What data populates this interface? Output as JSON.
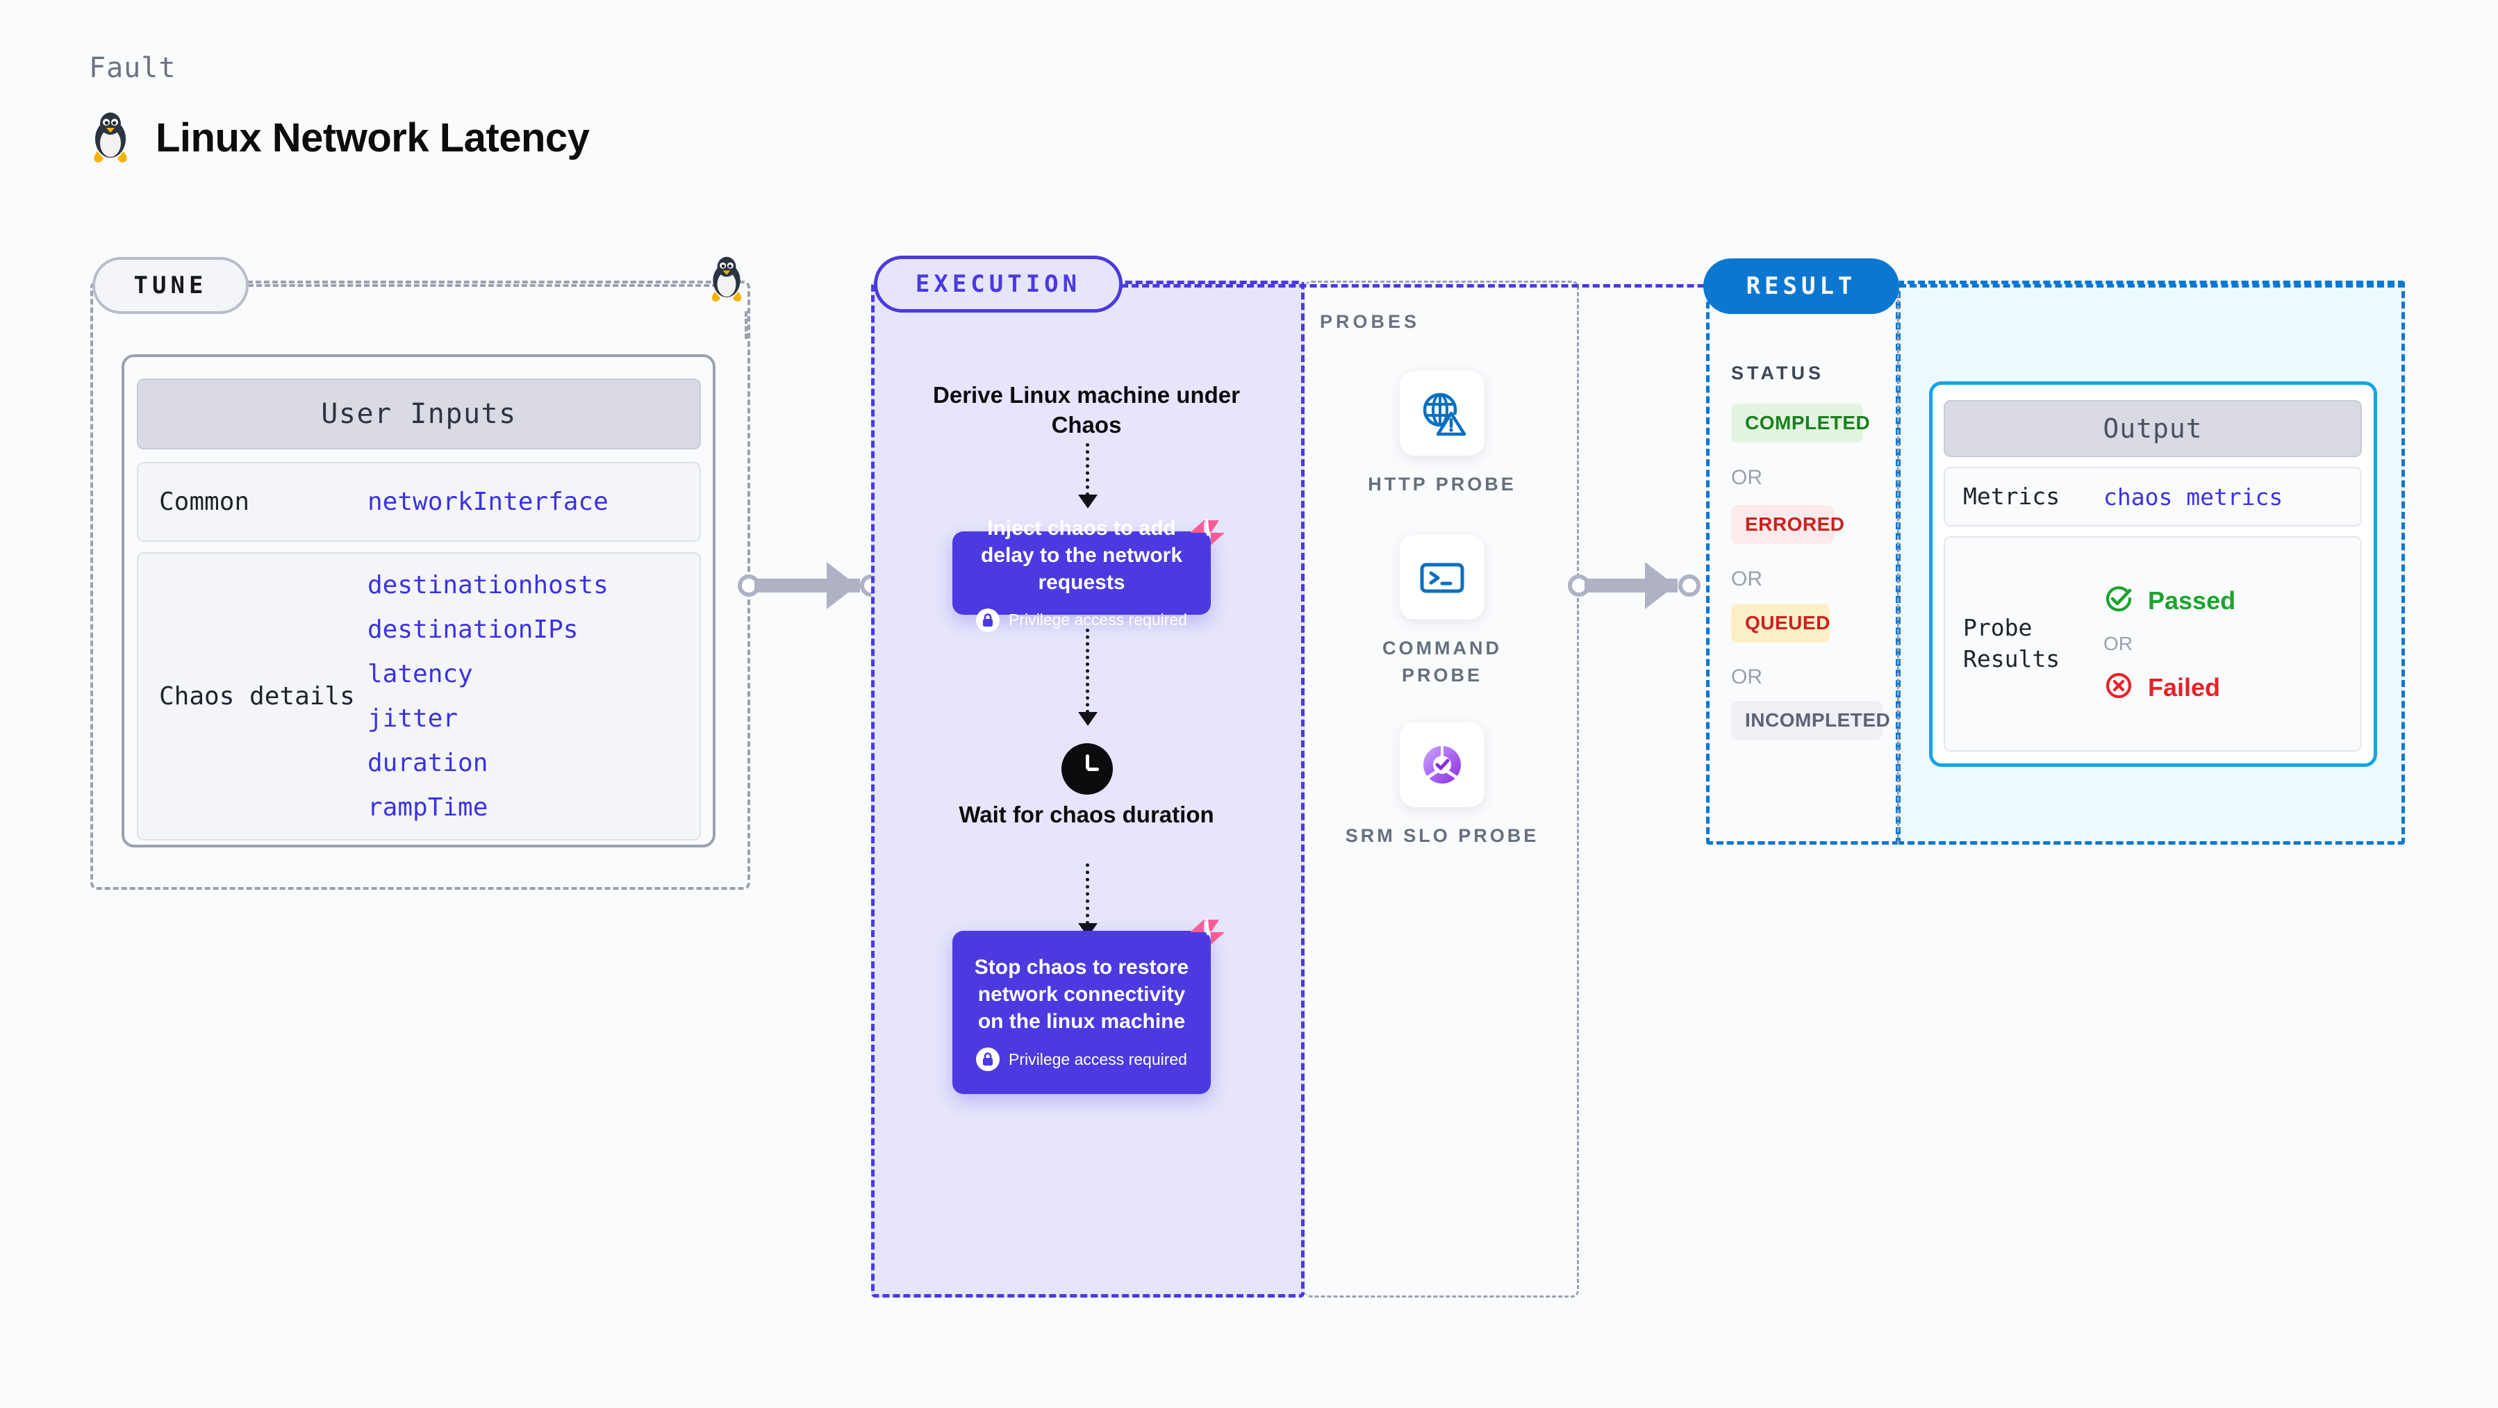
{
  "header": {
    "kicker": "Fault",
    "title": "Linux Network Latency",
    "icon": "linux-tux-icon"
  },
  "tune": {
    "pill_label": "TUNE",
    "icon": "linux-tux-icon",
    "card_header": "User Inputs",
    "rows": [
      {
        "label": "Common",
        "values": [
          "networkInterface"
        ]
      },
      {
        "label": "Chaos details",
        "values": [
          "destinationhosts",
          "destinationIPs",
          "latency",
          "jitter",
          "duration",
          "rampTime"
        ]
      }
    ]
  },
  "execution": {
    "pill_label": "EXECUTION",
    "steps": [
      {
        "type": "text",
        "label": "Derive Linux machine under Chaos"
      },
      {
        "type": "chaos-box",
        "label": "Inject chaos to add delay to the network requests",
        "note": "Privilege access required",
        "marker": "fault-marker-icon"
      },
      {
        "type": "clock",
        "label": "Wait for chaos duration",
        "icon": "clock-icon"
      },
      {
        "type": "chaos-box",
        "label": "Stop chaos to restore network connectivity on the linux machine",
        "note": "Privilege access required",
        "marker": "fault-marker-icon"
      }
    ]
  },
  "probes": {
    "section_label": "PROBES",
    "items": [
      {
        "label": "HTTP PROBE",
        "icon": "http-globe-warning-icon"
      },
      {
        "label": "COMMAND PROBE",
        "icon": "terminal-command-icon"
      },
      {
        "label": "SRM SLO PROBE",
        "icon": "srm-slo-donut-check-icon"
      }
    ]
  },
  "result": {
    "pill_label": "RESULT",
    "status_label": "STATUS",
    "or_label": "OR",
    "statuses": [
      {
        "label": "COMPLETED",
        "bg": "#e3f5e1",
        "fg": "#1b8020"
      },
      {
        "label": "ERRORED",
        "bg": "#fdeaea",
        "fg": "#cc2020"
      },
      {
        "label": "QUEUED",
        "bg": "#fcefc7",
        "fg": "#cc2020"
      },
      {
        "label": "INCOMPLETED",
        "bg": "#eff0f6",
        "fg": "#5c6475"
      }
    ],
    "output": {
      "header": "Output",
      "metrics_label": "Metrics",
      "metrics_value": "chaos metrics",
      "probe_results_label": "Probe Results",
      "passed_label": "Passed",
      "failed_label": "Failed",
      "or_label": "OR",
      "passed_icon": "check-circle-icon",
      "failed_icon": "x-circle-icon"
    }
  },
  "colors": {
    "execution_accent": "#4a3ae0",
    "result_accent": "#0c77d1",
    "output_accent": "#13a4e8",
    "tune_accent": "#9aa1ae",
    "fault_marker": "#fa5c96",
    "connector": "#aeb2c4",
    "mono_value": "#3b32e3",
    "passed": "#1ba32e",
    "failed": "#e8202a"
  }
}
